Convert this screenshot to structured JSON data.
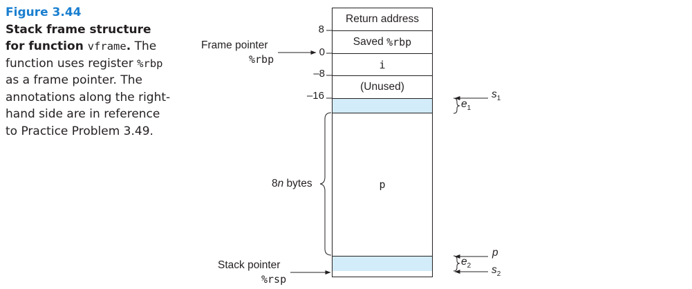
{
  "caption": {
    "figure_label": "Figure 3.44",
    "title_part1": "Stack frame structure for function ",
    "title_code": "vframe",
    "title_end": ".",
    "body_part1": " The function uses register ",
    "body_code": "%rbp",
    "body_part2": " as a frame pointer. The annotations along the right-hand side are in reference to Practice Problem 3.49."
  },
  "stack": {
    "blocks": [
      {
        "text": "Return address",
        "code": false,
        "shaded": false
      },
      {
        "text": "Saved ",
        "code_suffix": "%rbp",
        "shaded": false
      },
      {
        "text": "i",
        "code": true,
        "shaded": false
      },
      {
        "text": "(Unused)",
        "code": false,
        "shaded": false
      },
      {
        "text": "",
        "code": false,
        "shaded": true
      },
      {
        "text": "p",
        "code": true,
        "shaded": false
      },
      {
        "text": "",
        "code": false,
        "shaded": true
      }
    ],
    "offsets": [
      "8",
      "0",
      "–8",
      "–16"
    ]
  },
  "left_labels": {
    "frame_pointer": "Frame pointer",
    "frame_pointer_reg": "%rbp",
    "stack_pointer": "Stack pointer",
    "stack_pointer_reg": "%rsp",
    "bytes_prefix": "8",
    "bytes_var": "n",
    "bytes_suffix": " bytes"
  },
  "right_labels": {
    "e1_var": "e",
    "e1_sub": "1",
    "s1_var": "s",
    "s1_sub": "1",
    "e2_var": "e",
    "e2_sub": "2",
    "p_var": "p",
    "s2_var": "s",
    "s2_sub": "2"
  },
  "colors": {
    "figure_label": "#1a7fd0",
    "shade": "#d3ecf9",
    "ink": "#231f20"
  }
}
